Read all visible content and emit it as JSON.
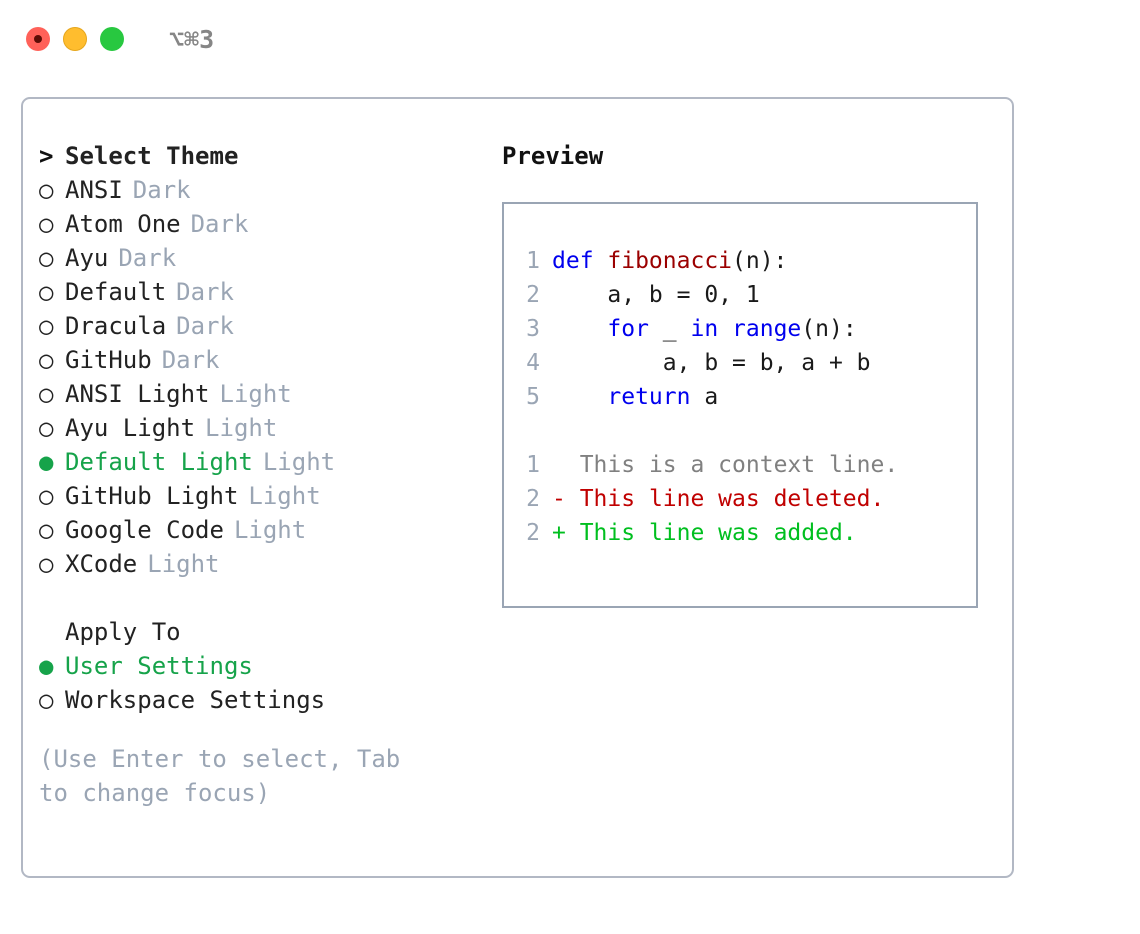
{
  "titlebar": {
    "shortcut": "⌥⌘3",
    "lights": [
      "close-light",
      "minimize-light",
      "maximize-light"
    ]
  },
  "theme_picker": {
    "header": {
      "cursor": ">",
      "label": "Select Theme"
    },
    "items": [
      {
        "marker": "○",
        "label": "ANSI",
        "suffix": "Dark",
        "selected": false
      },
      {
        "marker": "○",
        "label": "Atom One",
        "suffix": "Dark",
        "selected": false
      },
      {
        "marker": "○",
        "label": "Ayu",
        "suffix": "Dark",
        "selected": false
      },
      {
        "marker": "○",
        "label": "Default",
        "suffix": "Dark",
        "selected": false
      },
      {
        "marker": "○",
        "label": "Dracula",
        "suffix": "Dark",
        "selected": false
      },
      {
        "marker": "○",
        "label": "GitHub",
        "suffix": "Dark",
        "selected": false
      },
      {
        "marker": "○",
        "label": "ANSI Light",
        "suffix": "Light",
        "selected": false
      },
      {
        "marker": "○",
        "label": "Ayu Light",
        "suffix": "Light",
        "selected": false
      },
      {
        "marker": "●",
        "label": "Default Light",
        "suffix": "Light",
        "selected": true
      },
      {
        "marker": "○",
        "label": "GitHub Light",
        "suffix": "Light",
        "selected": false
      },
      {
        "marker": "○",
        "label": "Google Code",
        "suffix": "Light",
        "selected": false
      },
      {
        "marker": "○",
        "label": "XCode",
        "suffix": "Light",
        "selected": false
      }
    ]
  },
  "apply_to": {
    "header": "Apply To",
    "items": [
      {
        "marker": "●",
        "label": "User Settings",
        "selected": true
      },
      {
        "marker": "○",
        "label": "Workspace Settings",
        "selected": false
      }
    ]
  },
  "hint": "(Use Enter to select, Tab to change focus)",
  "preview": {
    "title": "Preview",
    "code_lines": [
      {
        "lineno": "1",
        "tokens": [
          {
            "text": "def ",
            "kind": "kw"
          },
          {
            "text": "fibonacci",
            "kind": "fn"
          },
          {
            "text": "(n):",
            "kind": "pn"
          }
        ]
      },
      {
        "lineno": "2",
        "tokens": [
          {
            "text": "    a, b = 0, 1",
            "kind": "pn"
          }
        ]
      },
      {
        "lineno": "3",
        "tokens": [
          {
            "text": "    ",
            "kind": "pn"
          },
          {
            "text": "for",
            "kind": "kw"
          },
          {
            "text": " _ ",
            "kind": "pn"
          },
          {
            "text": "in",
            "kind": "kw"
          },
          {
            "text": " ",
            "kind": "pn"
          },
          {
            "text": "range",
            "kind": "bi"
          },
          {
            "text": "(n):",
            "kind": "pn"
          }
        ]
      },
      {
        "lineno": "4",
        "tokens": [
          {
            "text": "        a, b = b, a + b",
            "kind": "pn"
          }
        ]
      },
      {
        "lineno": "5",
        "tokens": [
          {
            "text": "    ",
            "kind": "pn"
          },
          {
            "text": "return",
            "kind": "kw"
          },
          {
            "text": " a",
            "kind": "pn"
          }
        ]
      }
    ],
    "diff_lines": [
      {
        "lineno": "1",
        "sign": " ",
        "text": "This is a context line.",
        "kind": "ctx"
      },
      {
        "lineno": "2",
        "sign": "-",
        "text": "This line was deleted.",
        "kind": "del"
      },
      {
        "lineno": "2",
        "sign": "+",
        "text": "This line was added.",
        "kind": "add"
      }
    ]
  },
  "colors": {
    "accent_green": "#16a34a",
    "muted": "#9aa5b4",
    "border": "#b2b8c4",
    "keyword": "#0000ee",
    "function": "#9b0000",
    "diff_add": "#00bf1f",
    "diff_del": "#c00000",
    "diff_ctx": "#808080"
  }
}
